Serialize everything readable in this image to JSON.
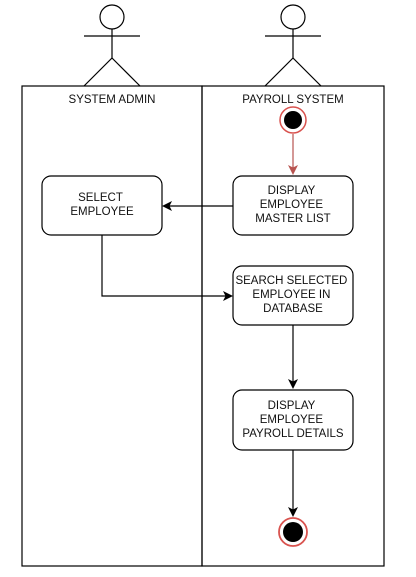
{
  "diagram": {
    "lanes": [
      {
        "title": "SYSTEM ADMIN"
      },
      {
        "title": "PAYROLL SYSTEM"
      }
    ],
    "nodes": {
      "select_employee": {
        "lines": [
          "SELECT",
          "EMPLOYEE"
        ]
      },
      "display_master_list": {
        "lines": [
          "DISPLAY",
          "EMPLOYEE",
          "MASTER LIST"
        ]
      },
      "search_employee": {
        "lines": [
          "SEARCH SELECTED",
          "EMPLOYEE IN",
          "DATABASE"
        ]
      },
      "display_payroll_details": {
        "lines": [
          "DISPLAY",
          "EMPLOYEE",
          "PAYROLL DETAILS"
        ]
      }
    },
    "colors": {
      "start_ring": "#d9534f",
      "start_arrow": "#b85450",
      "stroke": "#000000",
      "fill": "#ffffff"
    }
  }
}
